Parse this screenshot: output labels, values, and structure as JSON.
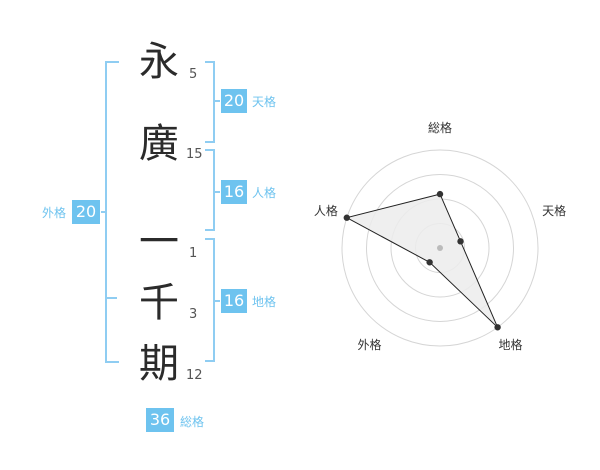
{
  "name": {
    "surname": [
      {
        "char": "永",
        "strokes": "5"
      },
      {
        "char": "廣",
        "strokes": "15"
      }
    ],
    "separator": {
      "char": "一",
      "strokes": "1"
    },
    "given": [
      {
        "char": "千",
        "strokes": "3"
      },
      {
        "char": "期",
        "strokes": "12"
      }
    ]
  },
  "fortune": {
    "tenkaku": {
      "value": "20",
      "label": "天格"
    },
    "jinkaku": {
      "value": "16",
      "label": "人格"
    },
    "chikaku": {
      "value": "16",
      "label": "地格"
    },
    "gaikaku": {
      "value": "20",
      "label": "外格"
    },
    "soukaku": {
      "value": "36",
      "label": "総格"
    }
  },
  "radar": {
    "labels": [
      "総格",
      "天格",
      "地格",
      "外格",
      "人格"
    ],
    "levels": 4,
    "scores": [
      0.55,
      0.22,
      1.0,
      0.18,
      1.0
    ],
    "colors": {
      "grid": "#d5d5d5",
      "fill": "#ececec",
      "line": "#222222",
      "dot": "#333333",
      "center": "#bbbbbb"
    }
  },
  "colors": {
    "accent": "#6ec3ef",
    "bracket": "#8fcdf2",
    "char": "#2b2b2b"
  }
}
